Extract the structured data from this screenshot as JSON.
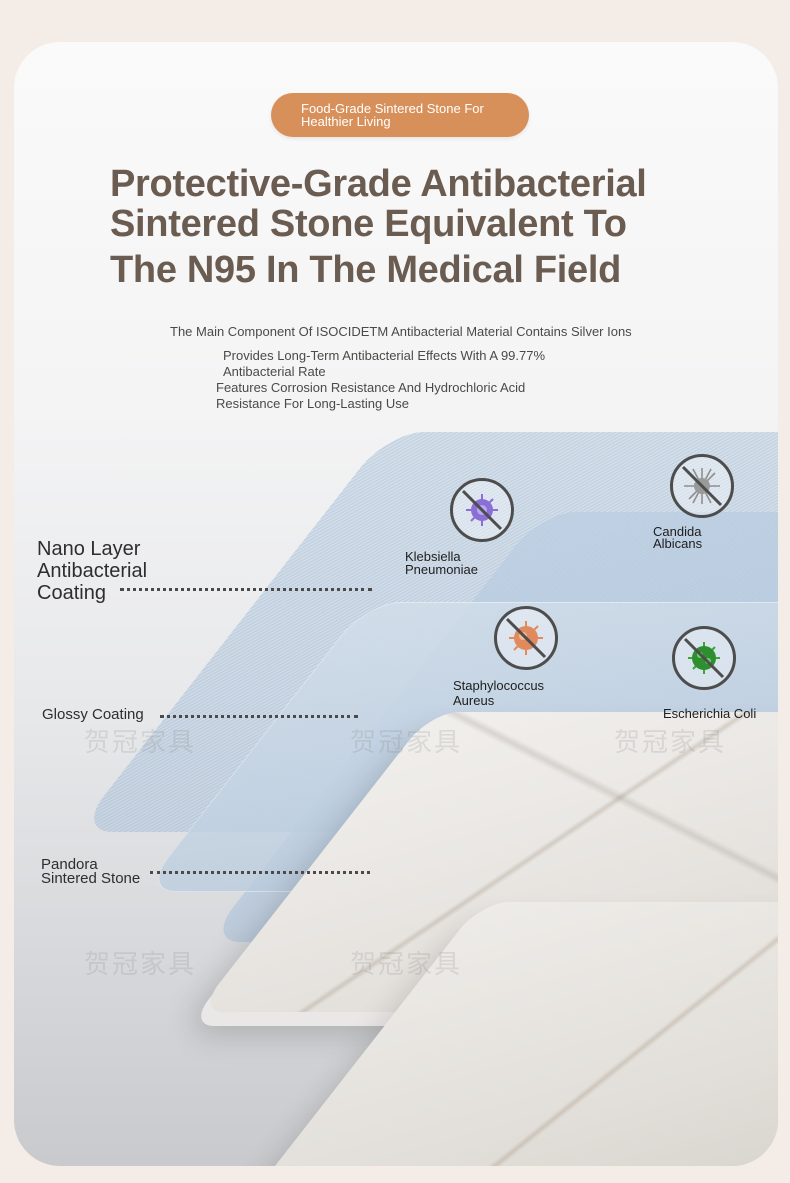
{
  "badge": {
    "line1": "Food-Grade Sintered Stone For",
    "line2": "Healthier Living"
  },
  "headline": {
    "line1": "Protective-Grade Antibacterial",
    "line2": "Sintered Stone Equivalent To",
    "line3": "The N95 In The Medical Field"
  },
  "description": {
    "line1": "The Main Component Of ISOCIDETM Antibacterial Material Contains Silver Ions",
    "line2": "Provides Long-Term Antibacterial Effects With A 99.77%",
    "line3": "Antibacterial Rate",
    "line4": "Features Corrosion Resistance And Hydrochloric Acid",
    "line5": "Resistance For Long-Lasting Use"
  },
  "layers": {
    "nano": {
      "line1": "Nano Layer",
      "line2": "Antibacterial",
      "line3": "Coating"
    },
    "glossy": "Glossy Coating",
    "pandora": {
      "line1": "Pandora",
      "line2": "Sintered Stone"
    }
  },
  "bacteria": {
    "klebsiella": {
      "line1": "Klebsiella",
      "line2": "Pneumoniae",
      "icon": "purple-bacteria-prohibited-icon",
      "color": "#8a6fd6"
    },
    "candida": {
      "line1": "Candida",
      "line2": "Albicans",
      "icon": "gray-fungus-prohibited-icon",
      "color": "#8f8f8f"
    },
    "staph": {
      "line1": "Staphylococcus",
      "line2": "Aureus",
      "icon": "orange-bacteria-prohibited-icon",
      "color": "#e08a5e"
    },
    "ecoli": {
      "line1": "Escherichia Coli",
      "icon": "green-bacteria-prohibited-icon",
      "color": "#3aa63a"
    }
  },
  "watermark": "贺冠家具",
  "colors": {
    "headline": "#6b5c51",
    "badge": "#d8905a"
  }
}
